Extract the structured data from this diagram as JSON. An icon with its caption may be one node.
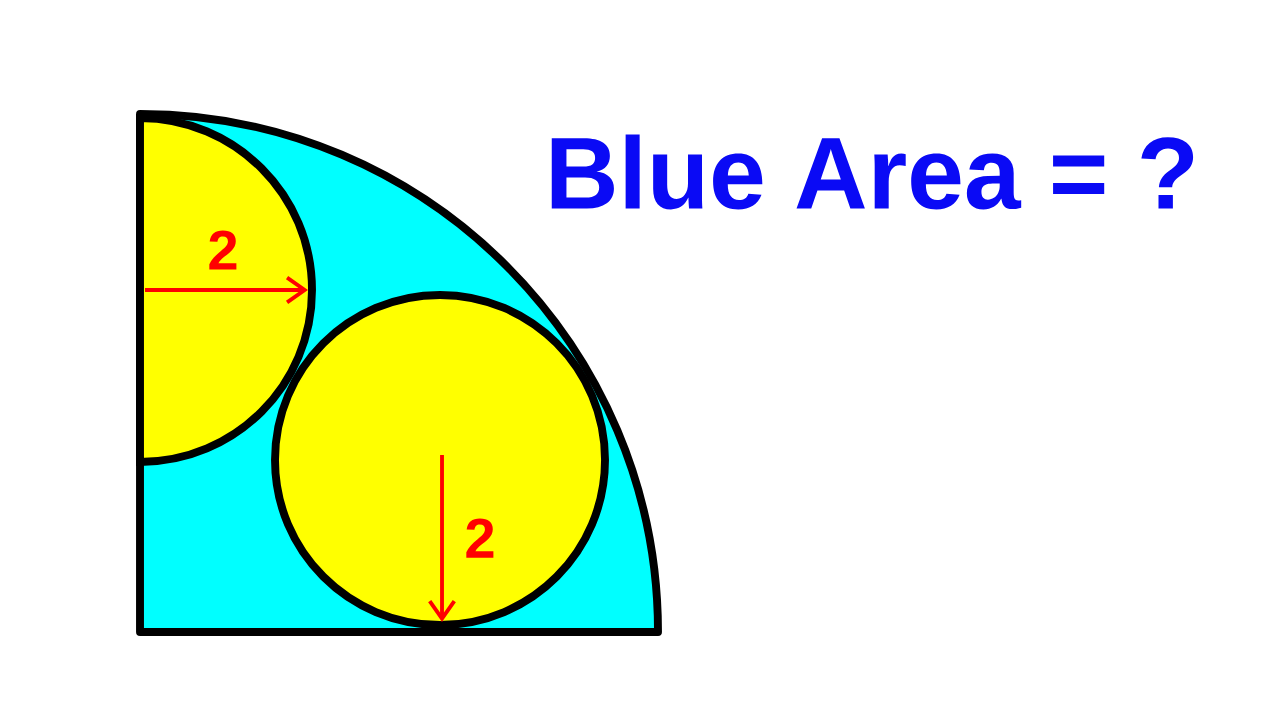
{
  "diagram": {
    "title": "Blue Area = ?",
    "labels": [
      "2",
      "2"
    ]
  }
}
